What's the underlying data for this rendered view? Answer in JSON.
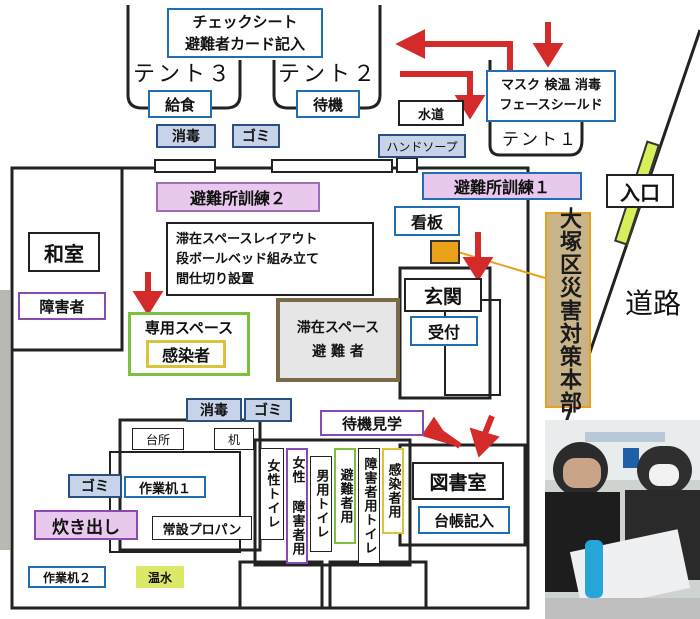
{
  "labels": {
    "checksheet_1": "チェックシート",
    "checksheet_2": "避難者カード記入",
    "tent3": "テント３",
    "tent2": "テント２",
    "tent1": "テント１",
    "kyushoku": "給食",
    "taiki": "待機",
    "shodoku_top": "消毒",
    "gomi_top": "ゴミ",
    "suido": "水道",
    "hand_soap": "ハンドソープ",
    "mask_1": "マスク 検温 消毒",
    "mask_2": "フェースシールド",
    "iriguchi": "入口",
    "douro": "道路",
    "kunren2": "避難所訓練２",
    "kunren1": "避難所訓練１",
    "kanban": "看板",
    "washitsu": "和室",
    "shogaisha": "障害者",
    "layout_1": "滞在スペースレイアウト",
    "layout_2": "段ボールベッド組み立て",
    "layout_3": "間仕切り設置",
    "taizai_1": "滞在スペース",
    "taizai_2": "避 難 者",
    "genkan": "玄関",
    "uketsuke": "受付",
    "senyo": "専用スペース",
    "kansensha": "感染者",
    "sign": "大塚区災害対策本部",
    "shodoku_low": "消毒",
    "gomi_low": "ゴミ",
    "taiki_kengaku": "待機見学",
    "daidokoro": "台所",
    "tsukue": "机",
    "gomi_left": "ゴミ",
    "sagyo1": "作業机１",
    "takidashi": "炊き出し",
    "propane": "常設プロパン",
    "sagyo2": "作業机２",
    "onsui": "温水",
    "toshoshitsu": "図書室",
    "daicho": "台帳記入",
    "josei_toilet": "女性トイレ",
    "josei_shogai": "女性 障害者用",
    "dansei_toilet": "男用トイレ",
    "hinan_yo": "避難者用",
    "shogai_toilet": "障害者用トイレ",
    "kansen_yo": "感染者用"
  },
  "colors": {
    "blue_border": "#1f6fb2",
    "purple_fill": "#e9c8ee",
    "green_border": "#7fbf3f",
    "yellow_border": "#d9c43a",
    "arrow_red": "#d42a2a"
  }
}
